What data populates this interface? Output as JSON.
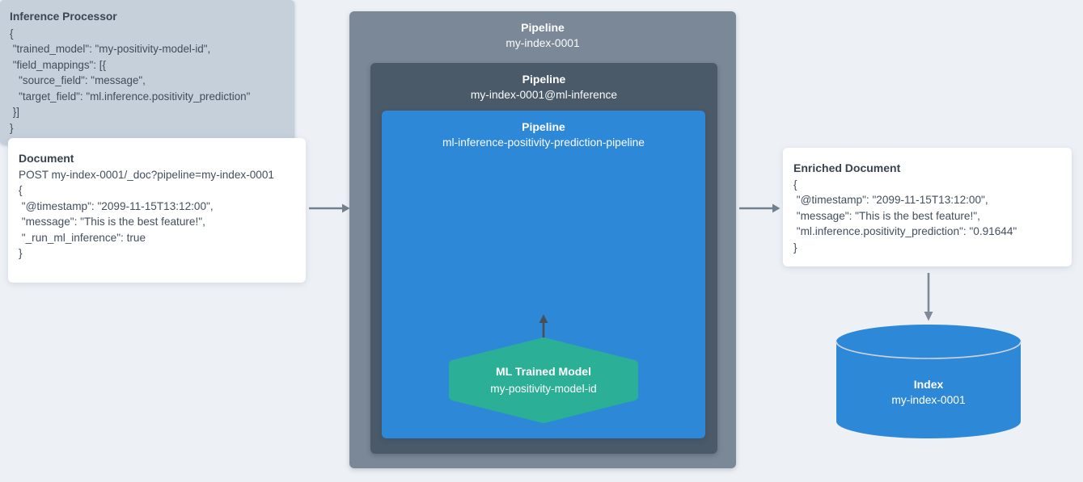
{
  "left_doc": {
    "title": "Document",
    "lines": [
      "POST my-index-0001/_doc?pipeline=my-index-0001",
      "{",
      " \"@timestamp\": \"2099-11-15T13:12:00\",",
      " \"message\": \"This is the best feature!\",",
      " \"_run_ml_inference\": true",
      "}"
    ]
  },
  "pipelines": {
    "outer": {
      "label": "Pipeline",
      "name": "my-index-0001"
    },
    "ml_inference": {
      "label": "Pipeline",
      "name": "my-index-0001@ml-inference"
    },
    "inference": {
      "label": "Pipeline",
      "name": "ml-inference-positivity-prediction-pipeline"
    }
  },
  "inference_processor": {
    "title": "Inference Processor",
    "lines": [
      "{",
      " \"trained_model\": \"my-positivity-model-id\",",
      " \"field_mappings\": [{",
      "   \"source_field\": \"message\",",
      "   \"target_field\": \"ml.inference.positivity_prediction\"",
      " }]",
      "}"
    ]
  },
  "trained_model": {
    "title": "ML Trained Model",
    "name": "my-positivity-model-id"
  },
  "enriched_doc": {
    "title": "Enriched Document",
    "lines": [
      "{",
      " \"@timestamp\": \"2099-11-15T13:12:00\",",
      " \"message\": \"This is the best feature!\",",
      " \"ml.inference.positivity_prediction\": \"0.91644\"",
      "}"
    ]
  },
  "index": {
    "title": "Index",
    "name": "my-index-0001"
  },
  "colors": {
    "background": "#EDF1F6",
    "outer_pipeline": "#7A8897",
    "ml_pipeline": "#4A5A68",
    "inference_pipeline": "#2E88D8",
    "processor_bg": "#C6D0DB",
    "trained_model_bg": "#2BAF97",
    "index_bg": "#2E88D8",
    "arrow": "#72818F",
    "up_arrow": "#47505A",
    "text": "#3E4A57"
  }
}
